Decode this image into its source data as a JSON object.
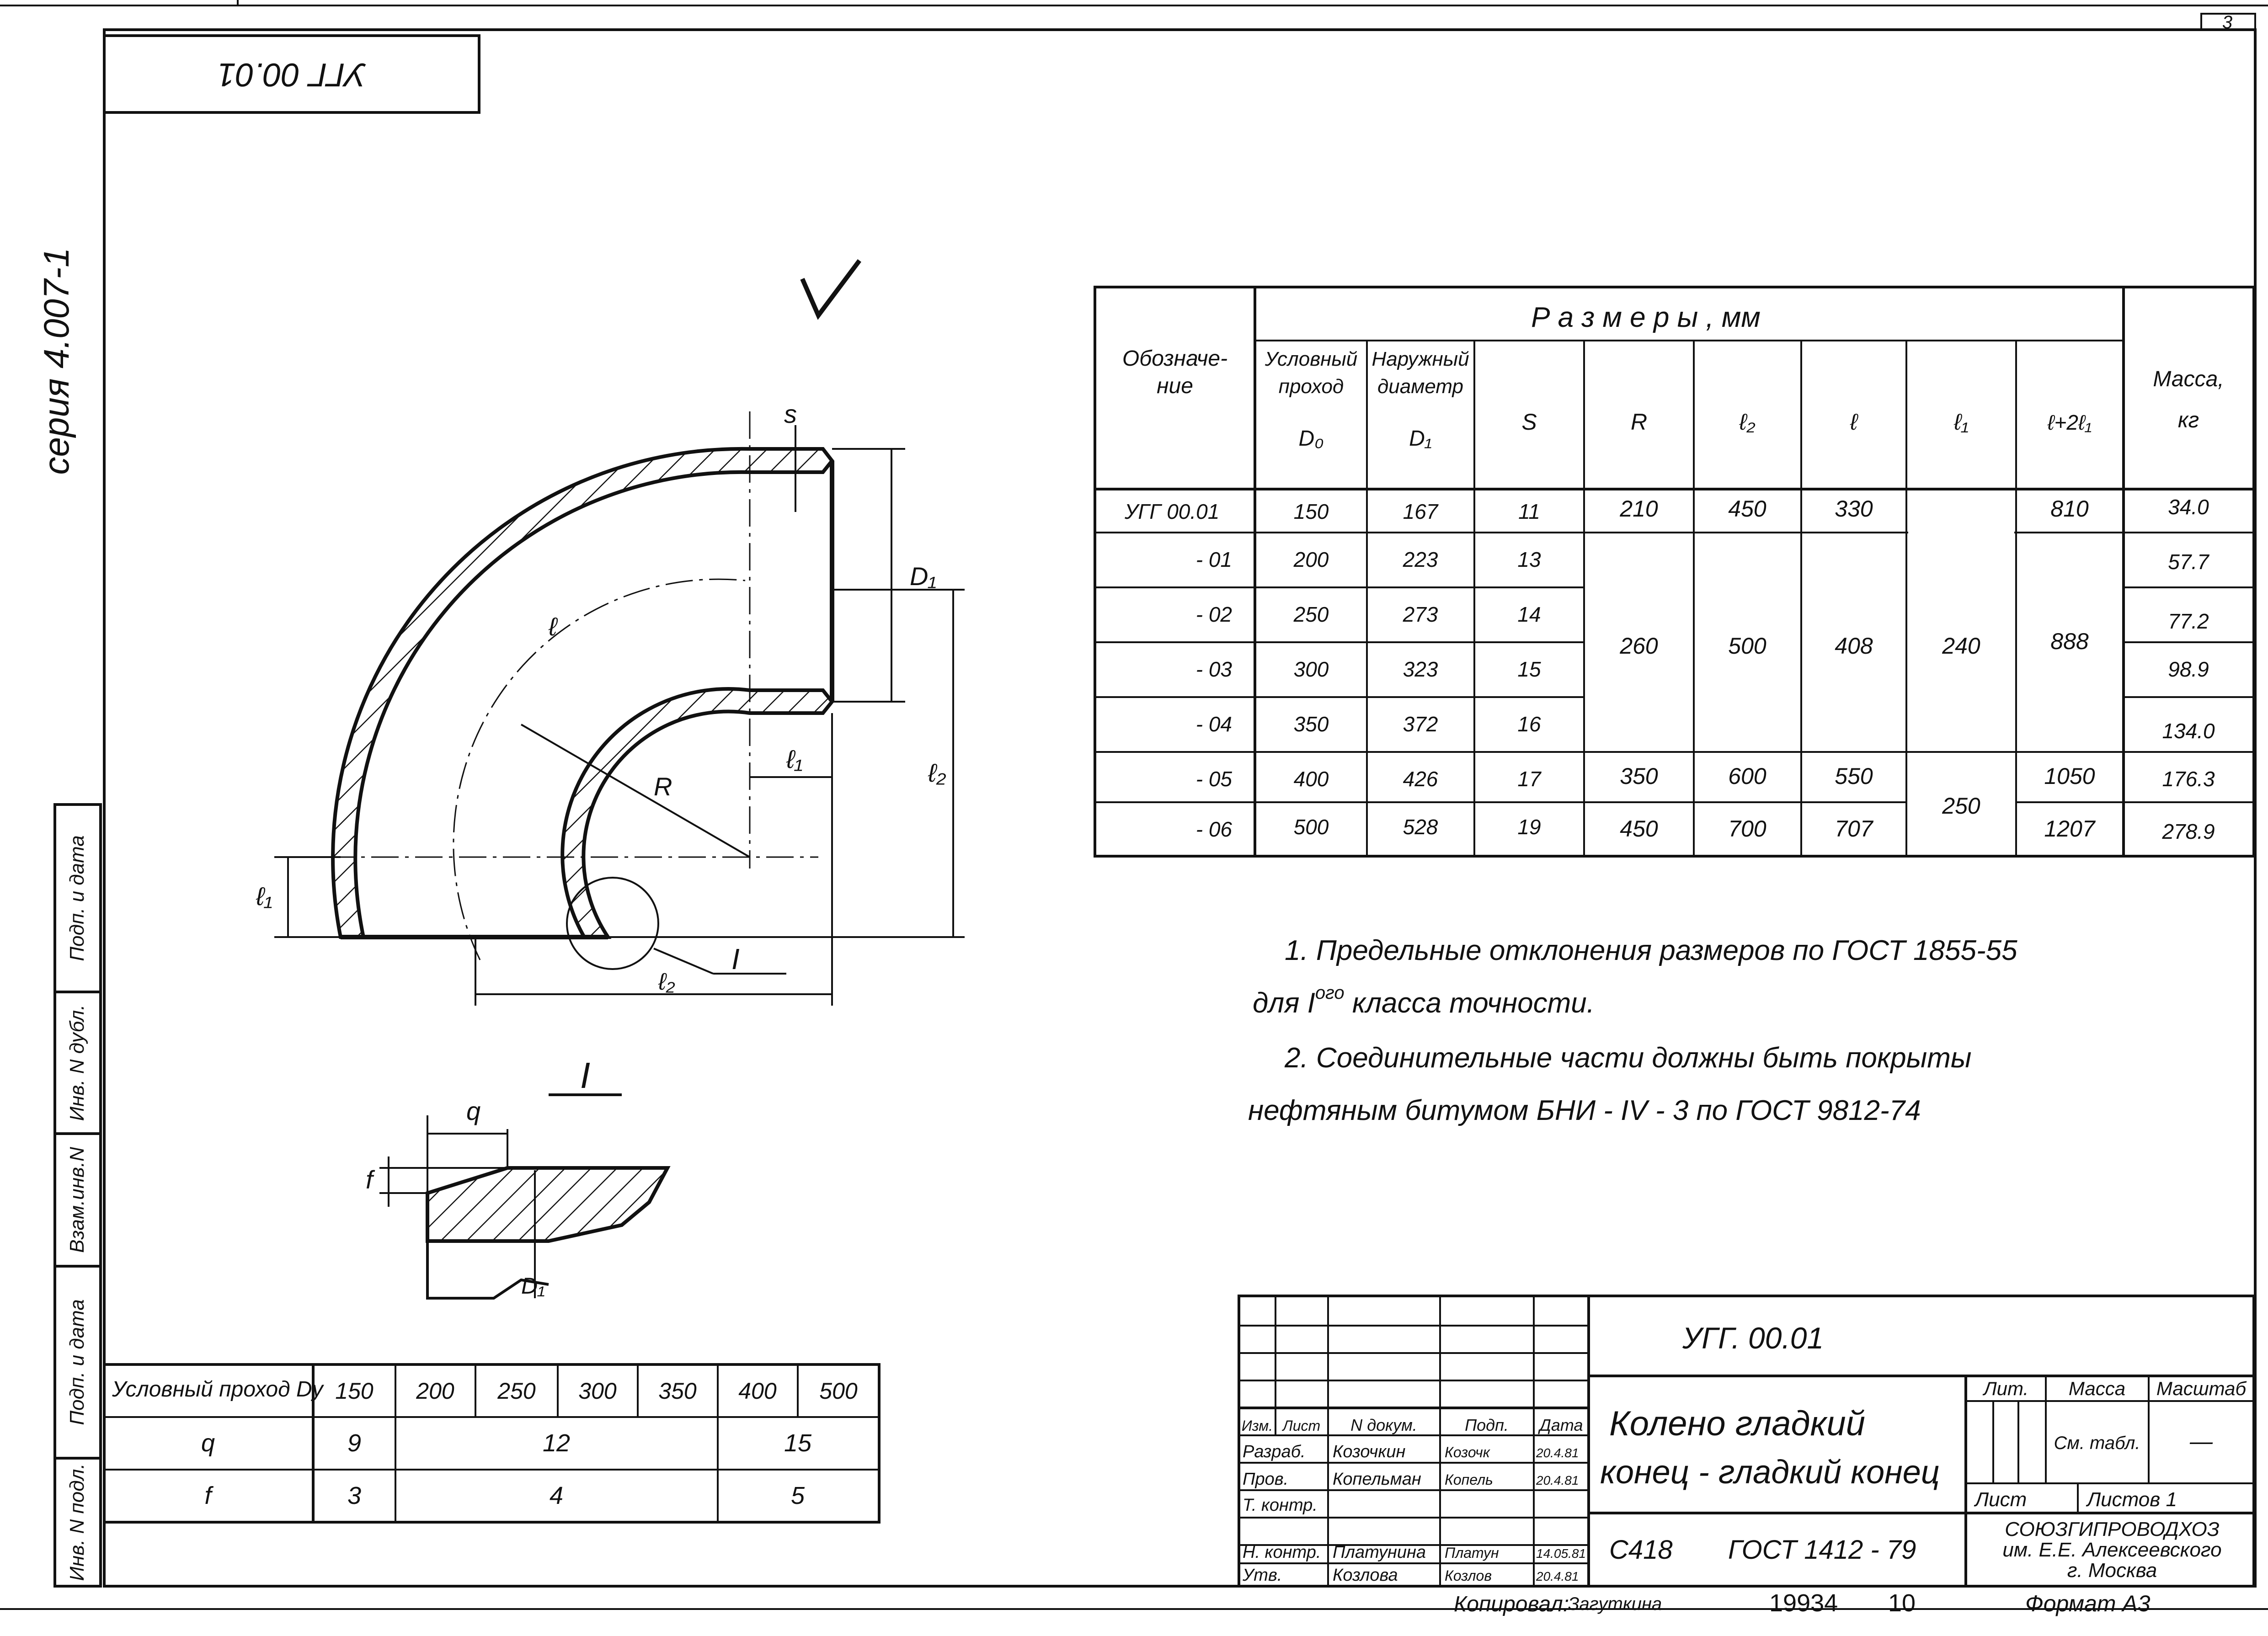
{
  "sheet_number": "3",
  "stamp_top": "УГГ 00.01",
  "series": "серия 4.007-1",
  "check_mark": "✓",
  "left_strip": {
    "labels": [
      "Подп. и дата",
      "Инв. N дубл.",
      "Взам.инв.N",
      "Подп. и дата",
      "Инв. N подл."
    ]
  },
  "drawing_labels": {
    "s": "s",
    "d1": "D₁",
    "l1": "ℓ₁",
    "l2": "ℓ₂",
    "l1_left": "ℓ₁",
    "r": "R",
    "l_arc": "ℓ",
    "detail_callout": "I",
    "detail_title": "I",
    "q": "q",
    "f": "f",
    "d1_detail": "D₁"
  },
  "dims_table": {
    "group_header": "Р а з м е р ы ,     мм",
    "headers": {
      "designation": "Обозначе-ние",
      "dy": "Условный проход",
      "dy_sym": "D₀",
      "d1": "Наружный диаметр",
      "d1_sym": "D₁",
      "s": "S",
      "r": "R",
      "l2": "ℓ₂",
      "l": "ℓ",
      "l1": "ℓ₁",
      "lsum": "ℓ+2ℓ₁",
      "mass": "Масса, кг"
    },
    "rows": [
      {
        "designation": "УГГ 00.01",
        "dy": "150",
        "d1": "167",
        "s": "11",
        "mass": "34.0"
      },
      {
        "designation": "- 01",
        "dy": "200",
        "d1": "223",
        "s": "13",
        "mass": "57.7"
      },
      {
        "designation": "- 02",
        "dy": "250",
        "d1": "273",
        "s": "14",
        "mass": "77.2"
      },
      {
        "designation": "- 03",
        "dy": "300",
        "d1": "323",
        "s": "15",
        "mass": "98.9"
      },
      {
        "designation": "- 04",
        "dy": "350",
        "d1": "372",
        "s": "16",
        "mass": "134.0"
      },
      {
        "designation": "- 05",
        "dy": "400",
        "d1": "426",
        "s": "17",
        "mass": "176.3"
      },
      {
        "designation": "- 06",
        "dy": "500",
        "d1": "528",
        "s": "19",
        "mass": "278.9"
      }
    ],
    "merged": {
      "r_1": "210",
      "l2_1": "450",
      "l_1": "330",
      "lsum_1": "810",
      "r_2": "260",
      "l2_2": "500",
      "l_2": "408",
      "lsum_2": "888",
      "l1_a": "240",
      "r_5": "350",
      "l2_5": "600",
      "l_5": "550",
      "lsum_5": "1050",
      "r_6": "450",
      "l2_6": "700",
      "l_6": "707",
      "lsum_6": "1207",
      "l1_b": "250"
    }
  },
  "notes": {
    "n1a": "1. Предельные отклонения размеров по ГОСТ 1855-55",
    "n1b_pre": "для I",
    "n1b_sup": "ого",
    "n1b_post": " класса точности.",
    "n2a": "2. Соединительные части должны быть покрыты",
    "n2b": "нефтяным битумом БНИ - IV - 3 по ГОСТ 9812-74"
  },
  "small_table": {
    "header_label": "Условный проход Dy",
    "dy": [
      "150",
      "200",
      "250",
      "300",
      "350",
      "400",
      "500"
    ],
    "q_label": "q",
    "q_vals": [
      "9",
      "12",
      "15"
    ],
    "f_label": "f",
    "f_vals": [
      "3",
      "4",
      "5"
    ]
  },
  "title_block": {
    "code": "УГГ. 00.01",
    "title_l1": "Колено гладкий",
    "title_l2": "конец - гладкий конец",
    "lit": "Лит.",
    "mass": "Масса",
    "scale": "Масштаб",
    "mass_val": "См. табл.",
    "scale_val": "—",
    "sheet": "Лист",
    "sheets": "Листов 1",
    "standard_code": "С418",
    "standard": "ГОСТ 1412 - 79",
    "org_l1": "СОЮЗГИПРОВОДХОЗ",
    "org_l2": "им. Е.Е. Алексеевского",
    "org_l3": "г. Москва",
    "head": [
      "Изм.",
      "Лист",
      "N докум.",
      "Подп.",
      "Дата"
    ],
    "people": [
      {
        "role": "Разраб.",
        "name": "Козочкин",
        "sign": "Козочк",
        "date": "20.4.81"
      },
      {
        "role": "Пров.",
        "name": "Копельман",
        "sign": "Копель",
        "date": "20.4.81"
      },
      {
        "role": "Т. контр.",
        "name": "",
        "sign": "",
        "date": ""
      },
      {
        "role": "Н. контр.",
        "name": "Платунина",
        "sign": "Платун",
        "date": "14.05.81"
      },
      {
        "role": "Утв.",
        "name": "Козлова",
        "sign": "Козлов",
        "date": "20.4.81"
      }
    ]
  },
  "footer": {
    "copied_label": "Копировал:",
    "copied_name": "Загуткина",
    "number": "19934",
    "num2": "10",
    "format": "Формат А3"
  }
}
